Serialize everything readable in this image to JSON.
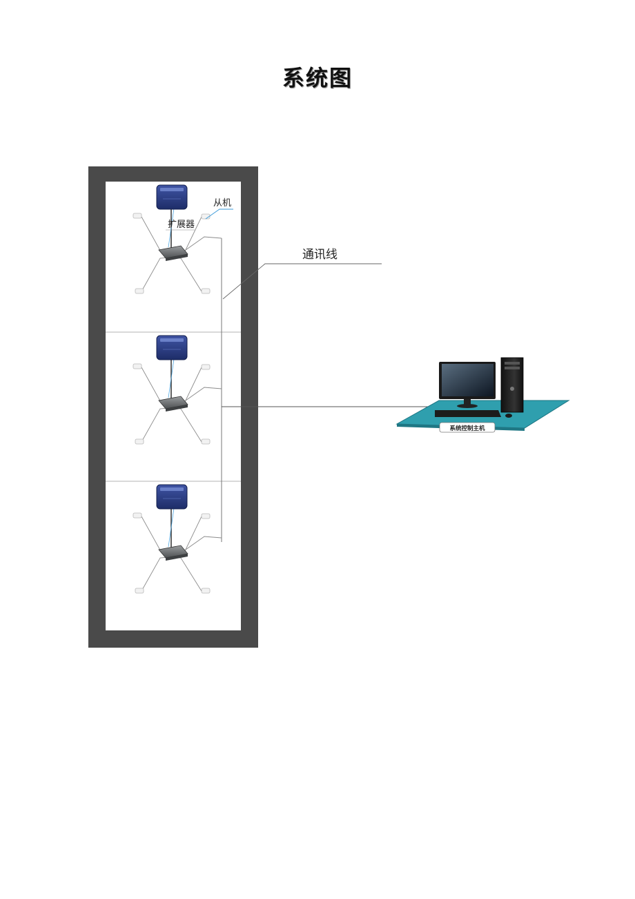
{
  "page": {
    "title": "系统图"
  },
  "diagram": {
    "labels": {
      "slave": "从机",
      "expander": "扩展器",
      "comm_line": "通讯线",
      "host_plate": "系统控制主机"
    },
    "colors": {
      "building_frame": "#4a4a4a",
      "floor_background": "#ffffff",
      "slave_unit": "#2b3d80",
      "expander_unit": "#6b6e6f",
      "desk_plate": "#2f9fae",
      "callout_line": "#3a9ad9",
      "wires": "#8a8a8a"
    },
    "floors": [
      {
        "id": "floor-1"
      },
      {
        "id": "floor-2"
      },
      {
        "id": "floor-3"
      }
    ]
  }
}
